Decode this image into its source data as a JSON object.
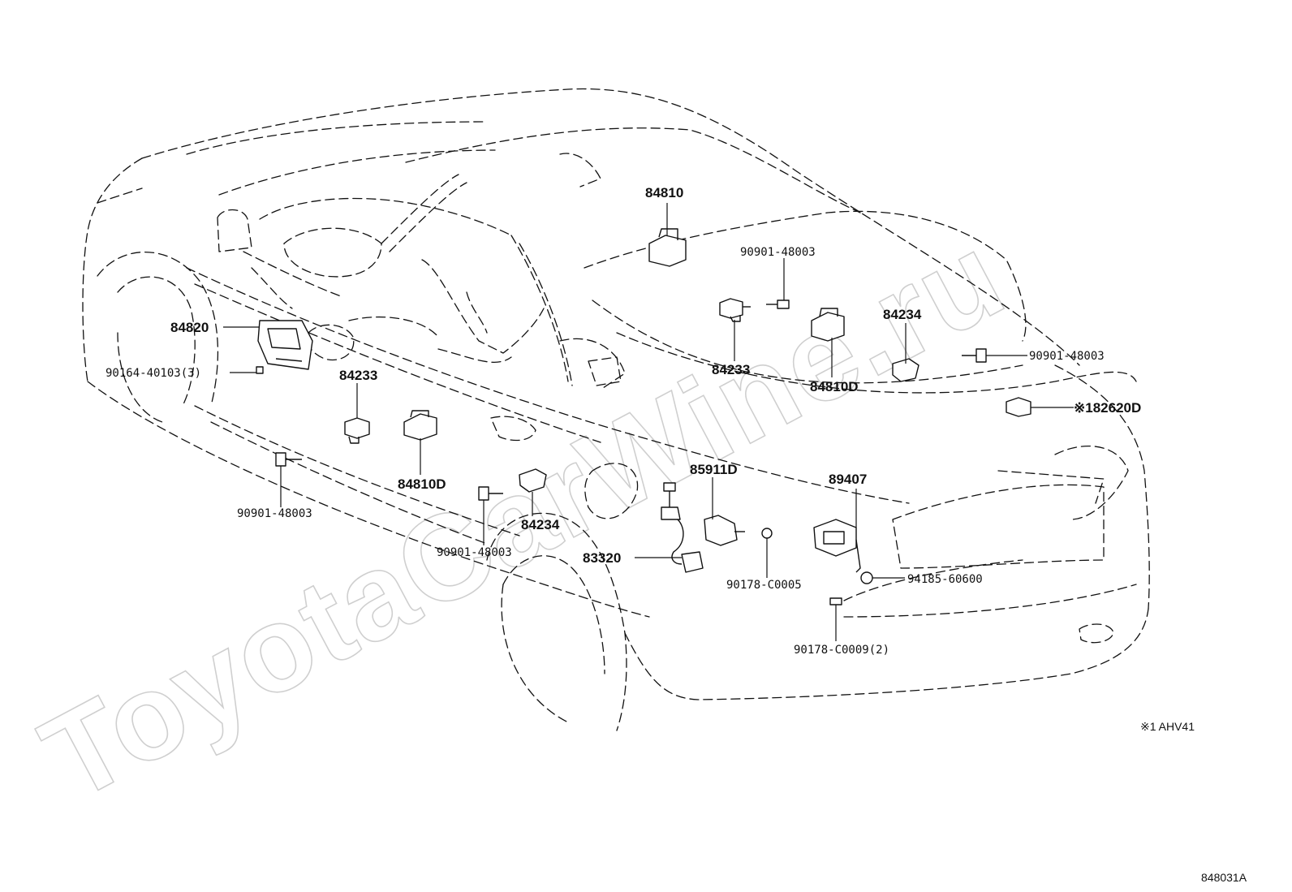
{
  "watermark": "ToyotaCarWine.ru",
  "footnote": "※1 AHV41",
  "figure_code": "848031A",
  "labels": {
    "p84810_top": "84810",
    "p90901_top": "90901-48003",
    "p84234_right": "84234",
    "p84820": "84820",
    "p90164": "90164-40103(3)",
    "p84233_center": "84233",
    "p84233_left": "84233",
    "p84810d_right": "84810D",
    "p90901_right": "90901-48003",
    "p82620d": "※182620D",
    "p84810d_left": "84810D",
    "p90901_left": "90901-48003",
    "p85911d": "85911D",
    "p89407": "89407",
    "p84234_bottom": "84234",
    "p90901_bottom": "90901-48003",
    "p83320": "83320",
    "p90178_c0005": "90178-C0005",
    "p94185": "94185-60600",
    "p90178_c0009": "90178-C0009(2)"
  }
}
